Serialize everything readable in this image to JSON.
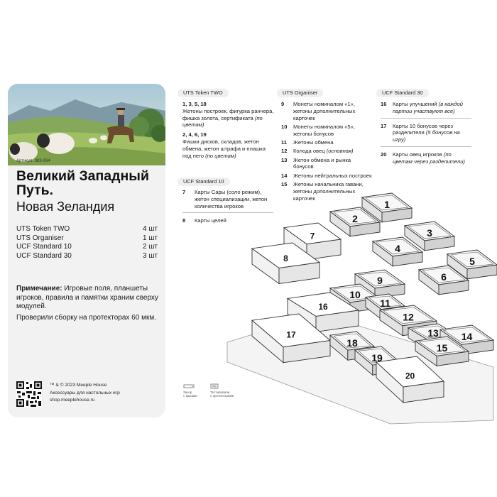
{
  "left": {
    "article": "Артикул: 383-064",
    "title": "Великий Западный Путь.",
    "subtitle": "Новая Зеландия",
    "items": [
      {
        "name": "UTS Token TWO",
        "qty": "4 шт"
      },
      {
        "name": "UTS Organiser",
        "qty": "1 шт"
      },
      {
        "name": "UCF Standard 10",
        "qty": "2 шт"
      },
      {
        "name": "UCF Standard 30",
        "qty": "3 шт"
      }
    ],
    "note_label": "Примечание:",
    "note_text": " Игровые поля, планшеты игроков, правила и памятки храним сверху модулей.",
    "checked": "Проверили сборку на протекторах 60 мкм.",
    "copyright": [
      "™ & © 2023 Meeple House",
      "Аксессуары для настольных игр",
      "shop.meeplehouse.ru"
    ]
  },
  "token_two": {
    "tag": "UTS Token TWO",
    "items": [
      {
        "nums": "1, 3, 5, 18",
        "text": "Жетоны построек, фигурка ранчера, фишка золота, сертификата",
        "italic": "(по цветам)"
      },
      {
        "nums": "2, 4, 6, 19",
        "text": "Фишки дисков, складов, жетон обмена, жетон штрафа и плашка под него",
        "italic": "(по цветам)"
      }
    ]
  },
  "ucf10": {
    "tag": "UCF Standard 10",
    "items": [
      {
        "num": "7",
        "text": "Карты Сары (соло режим), жетон специализации, жетон количества игроков"
      },
      {
        "num": "8",
        "text": "Карты целей"
      }
    ]
  },
  "organiser": {
    "tag": "UTS Organiser",
    "items": [
      {
        "num": "9",
        "text": "Монеты номиналом «1», жетоны дополнительных карточек",
        "italic": ""
      },
      {
        "num": "10",
        "text": "Монеты номиналом «5», жетоны бонусов",
        "italic": ""
      },
      {
        "num": "11",
        "text": "Жетоны обмена",
        "italic": ""
      },
      {
        "num": "12",
        "text": "Колода овец ",
        "italic": "(основная)"
      },
      {
        "num": "13",
        "text": "Жетон обмена и рынка бонусов",
        "italic": ""
      },
      {
        "num": "14",
        "text": "Жетоны нейтральных построек",
        "italic": ""
      },
      {
        "num": "15",
        "text": "Жетоны начальника гавани, жетоны дополнительных карточек",
        "italic": ""
      }
    ]
  },
  "ucf30": {
    "tag": "UCF Standard 30",
    "items": [
      {
        "num": "16",
        "text": "Карты улучшений ",
        "italic": "(в каждой партии участвуют все)"
      },
      {
        "num": "17",
        "text": "Карты 10 бонусов через разделители ",
        "italic": "(5 бонусов на игру)"
      },
      {
        "num": "20",
        "text": "Карты овец игроков ",
        "italic": "(по цветам через разделители)"
      }
    ]
  },
  "footer_icons": {
    "gap": [
      "Зазор",
      "с крышки"
    ],
    "tested": [
      "Тестировали",
      "с протекторами"
    ]
  },
  "organizer_labels": [
    "1",
    "2",
    "3",
    "4",
    "5",
    "6",
    "7",
    "8",
    "9",
    "10",
    "11",
    "12",
    "13",
    "14",
    "15",
    "16",
    "17",
    "18",
    "19",
    "20"
  ]
}
